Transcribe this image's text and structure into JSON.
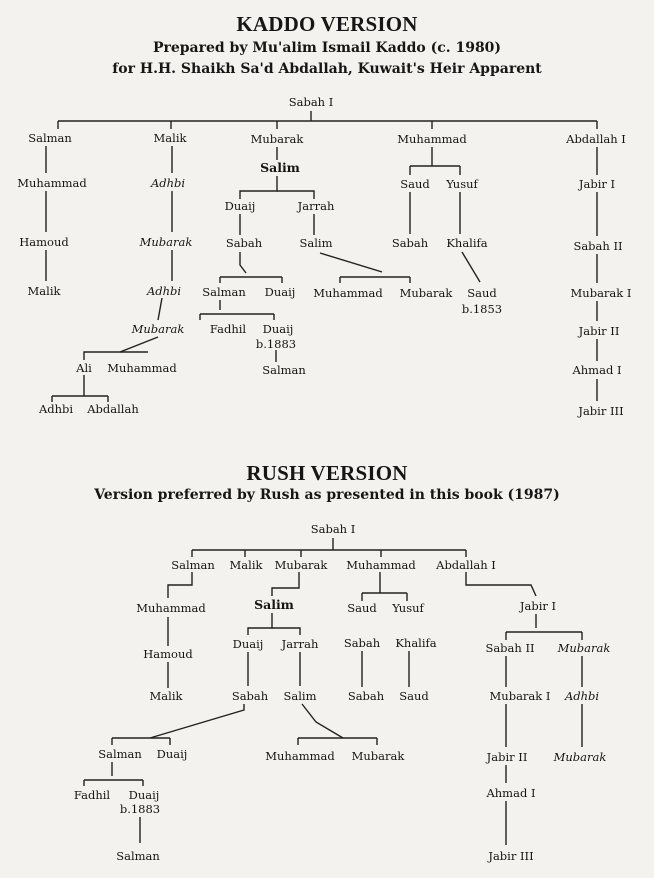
{
  "kaddo": {
    "title": "KADDO VERSION",
    "subtitle1": "Prepared by Mu'alim Ismail Kaddo (c. 1980)",
    "subtitle2": "for H.H. Shaikh Sa'd Abdallah, Kuwait's Heir Apparent",
    "names": {
      "root": "Sabah I",
      "salman": "Salman",
      "muhammad_a": "Muhammad",
      "hamoud": "Hamoud",
      "malik_a": "Malik",
      "malik": "Malik",
      "adhbi_1": "Adhbi",
      "mubarak_1": "Mubarak",
      "adhbi_2": "Adhbi",
      "mubarak_2": "Mubarak",
      "ali": "Ali",
      "muhammad_b": "Muhammad",
      "adhbi_3": "Adhbi",
      "abdallah": "Abdallah",
      "mubarak": "Mubarak",
      "salim": "Salim",
      "duaij": "Duaij",
      "jarrah": "Jarrah",
      "sabah": "Sabah",
      "salim_2": "Salim",
      "salman_2": "Salman",
      "duaij_2": "Duaij",
      "fadhil": "Fadhil",
      "duaij_3": "Duaij",
      "b1883": "b.1883",
      "salman_3": "Salman",
      "muhammad_c": "Muhammad",
      "mubarak_c": "Mubarak",
      "muhammad": "Muhammad",
      "saud": "Saud",
      "yusuf": "Yusuf",
      "sabah_2": "Sabah",
      "khalifa": "Khalifa",
      "saud_2": "Saud",
      "b1853": "b.1853",
      "abdallah_i": "Abdallah I",
      "jabir_i": "Jabir I",
      "sabah_ii": "Sabah II",
      "mubarak_i": "Mubarak I",
      "jabir_ii": "Jabir II",
      "ahmad_i": "Ahmad I",
      "jabir_iii": "Jabir III"
    }
  },
  "rush": {
    "title": "RUSH VERSION",
    "subtitle": "Version preferred by Rush as presented in this book (1987)",
    "names": {
      "root": "Sabah I",
      "salman": "Salman",
      "malik": "Malik",
      "mubarak": "Mubarak",
      "muhammad": "Muhammad",
      "abdallah_i": "Abdallah I",
      "muhammad_a": "Muhammad",
      "hamoud": "Hamoud",
      "malik_a": "Malik",
      "salim": "Salim",
      "duaij": "Duaij",
      "jarrah": "Jarrah",
      "sabah": "Sabah",
      "salim_2": "Salim",
      "salman_2": "Salman",
      "duaij_2": "Duaij",
      "fadhil": "Fadhil",
      "duaij_3": "Duaij",
      "b1883": "b.1883",
      "salman_3": "Salman",
      "muhammad_c": "Muhammad",
      "mubarak_c": "Mubarak",
      "saud": "Saud",
      "yusuf": "Yusuf",
      "sabah_2": "Sabah",
      "khalifa": "Khalifa",
      "sabah_3": "Sabah",
      "saud_2": "Saud",
      "jabir_i": "Jabir I",
      "sabah_ii": "Sabah II",
      "mubarak_x": "Mubarak",
      "mubarak_i": "Mubarak I",
      "adhbi": "Adhbi",
      "jabir_ii": "Jabir II",
      "mubarak_y": "Mubarak",
      "ahmad_i": "Ahmad I",
      "jabir_iii": "Jabir III"
    }
  }
}
